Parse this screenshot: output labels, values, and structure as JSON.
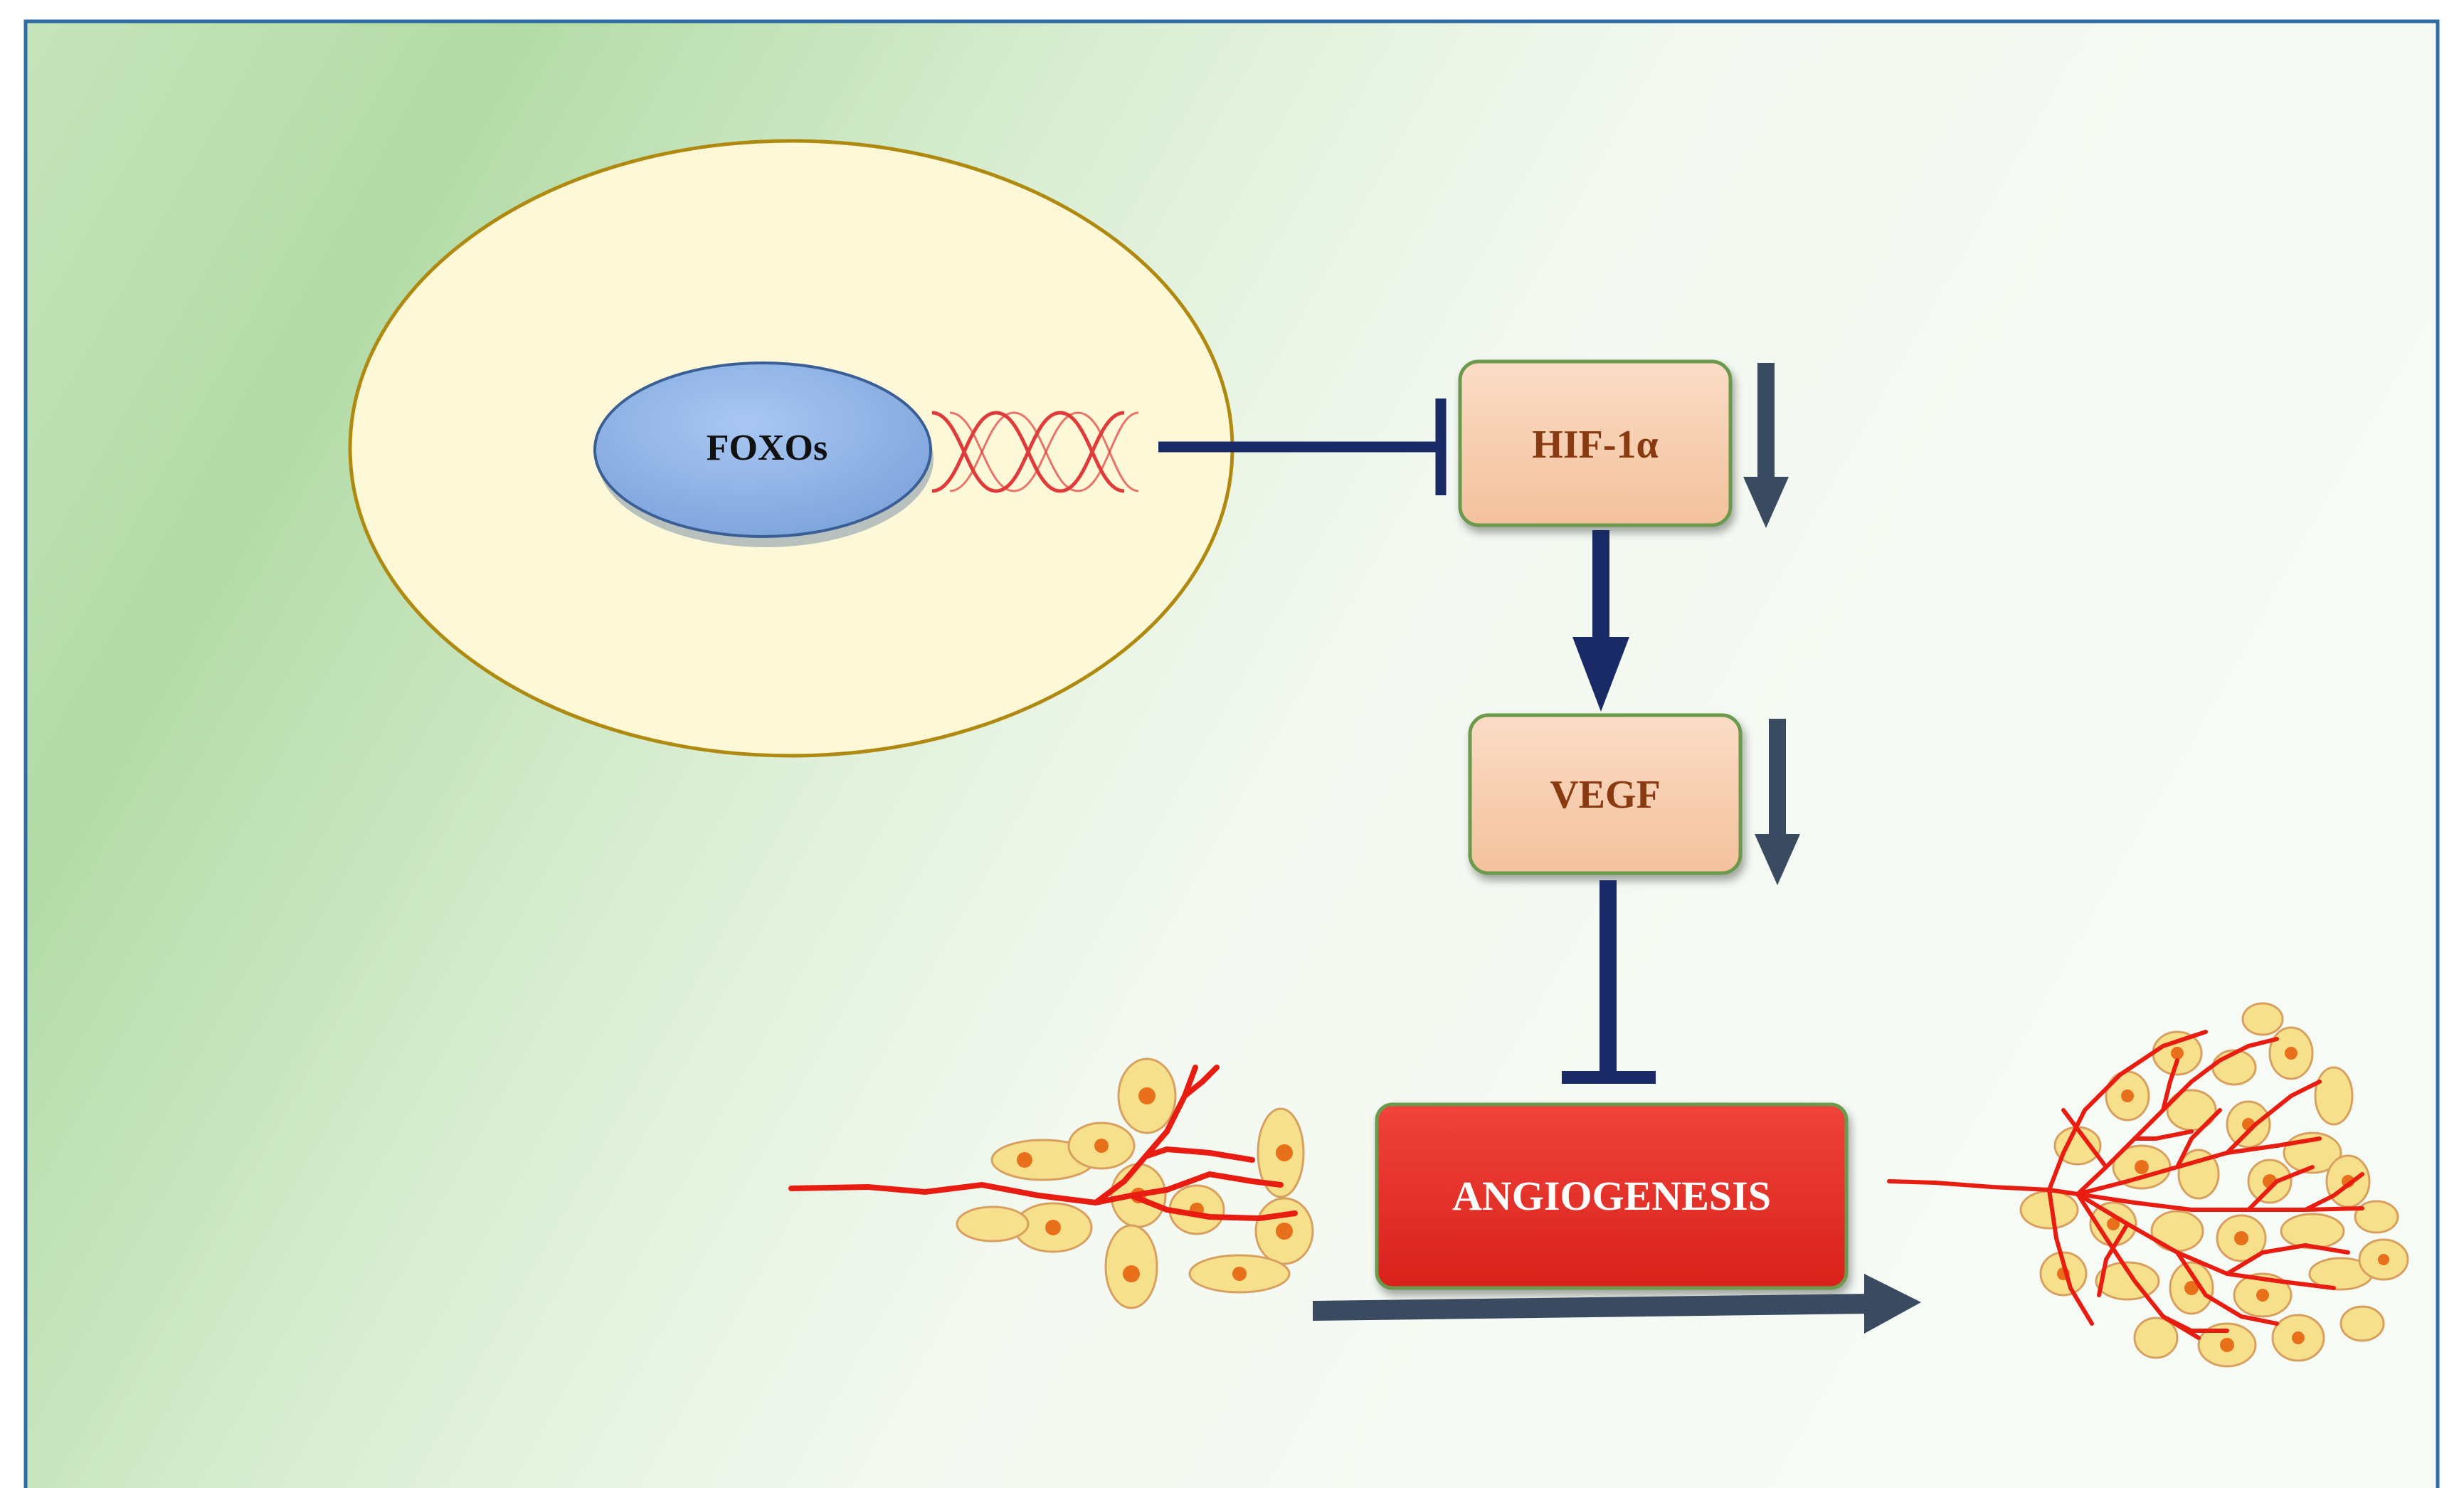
{
  "nodes": {
    "foxos": {
      "label": "FOXOs"
    },
    "hif1a": {
      "label": "HIF-1α"
    },
    "vegf": {
      "label": "VEGF"
    },
    "angiogenesis": {
      "label": "ANGIOGENESIS"
    }
  },
  "colors": {
    "frame_border": "#2e6da4",
    "background_green": "#b5dcaa",
    "cell_fill": "#fdf9d8",
    "cell_border": "#b08a10",
    "nucleus_fill": "#8fb4e8",
    "dna": "#e03a3a",
    "box_fill": "#f5c9a8",
    "box_border": "#6c9a4e",
    "box_text": "#8a3a10",
    "angiogenesis_fill": "#e8302a",
    "angiogenesis_text": "#ffffff",
    "connector": "#1a2a66",
    "indicator_arrow": "#3a4a60",
    "vessel": "#e81c10",
    "endothelial_cell": "#f7e08c"
  },
  "edges": [
    {
      "from": "foxos",
      "to": "hif1a",
      "type": "inhibition"
    },
    {
      "from": "hif1a",
      "to": "vegf",
      "type": "activation"
    },
    {
      "from": "vegf",
      "to": "angiogenesis",
      "type": "inhibition"
    }
  ],
  "indicators": [
    {
      "target": "hif1a",
      "direction": "down"
    },
    {
      "target": "vegf",
      "direction": "down"
    },
    {
      "target": "angiogenesis",
      "direction": "right"
    }
  ]
}
